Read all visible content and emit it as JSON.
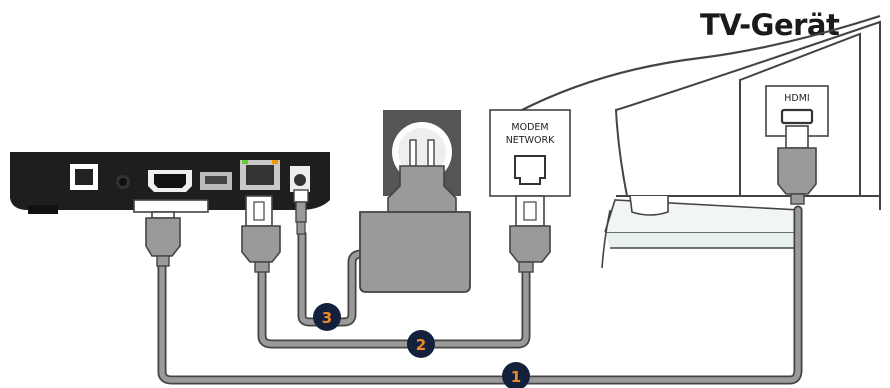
{
  "tv": {
    "title": "TV-Gerät",
    "port_label": "HDMI"
  },
  "wall_port": {
    "label_line1": "MODEM",
    "label_line2": "NETWORK"
  },
  "cables": [
    {
      "number": "1",
      "connects": "HDMI"
    },
    {
      "number": "2",
      "connects": "LAN"
    },
    {
      "number": "3",
      "connects": "Power"
    }
  ],
  "colors": {
    "cable": "#9a9a9a",
    "badge_bg": "#14213d",
    "badge_text": "#f08a24",
    "box": "#1e1e1e",
    "outline": "#444444"
  }
}
